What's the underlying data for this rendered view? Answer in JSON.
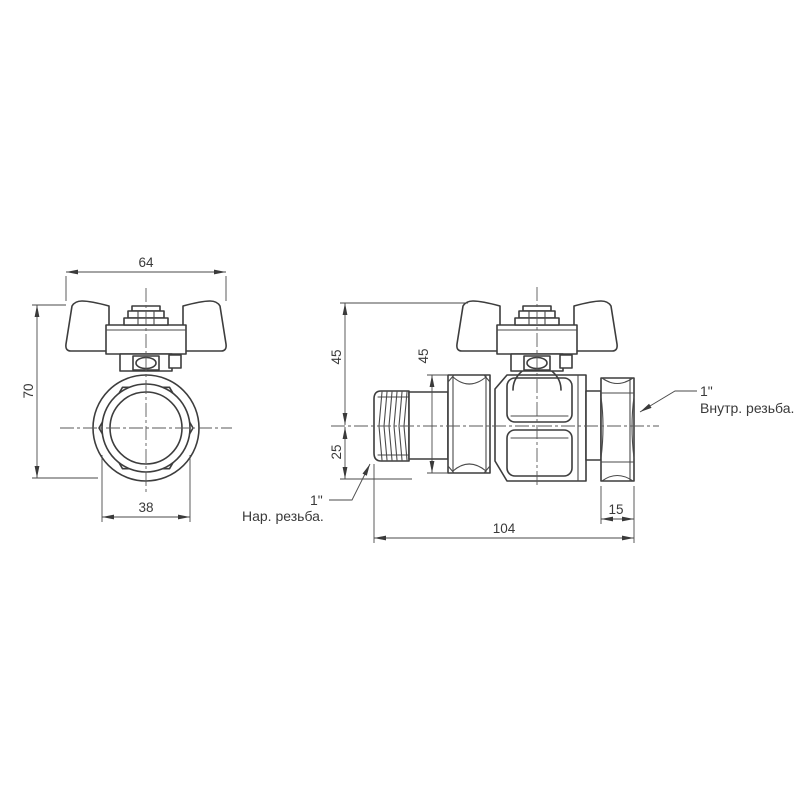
{
  "front_view": {
    "dims": {
      "handle_width": "64",
      "overall_height": "70",
      "bore_diameter": "38"
    }
  },
  "side_view": {
    "dims": {
      "axis_to_handle_top": "45",
      "union_nut_size": "45",
      "axis_to_bottom": "25",
      "overall_length": "104",
      "female_end_length": "15"
    },
    "callouts": {
      "male_thread": {
        "size": "1\"",
        "label": "Нар. резьба."
      },
      "female_thread": {
        "size": "1\"",
        "label": "Внутр. резьба."
      }
    }
  },
  "colors": {
    "background": "#ffffff",
    "line": "#3d3d3d"
  }
}
